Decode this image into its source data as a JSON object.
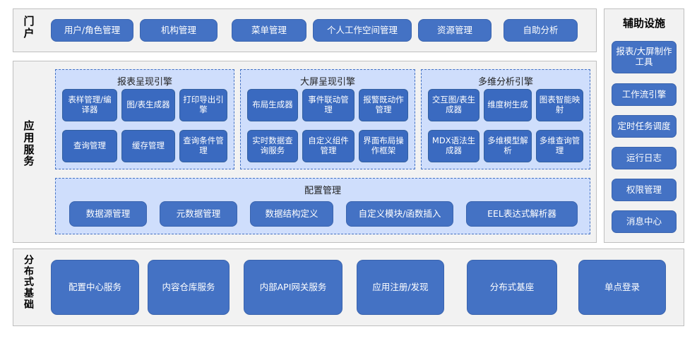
{
  "diagram": {
    "title_portal": "门户",
    "title_app": "应用服务",
    "title_base": "分布式基础",
    "title_aux": "辅助设施",
    "colors": {
      "button_blue": "#4472c4",
      "inner_button_blue": "#3a6ac0",
      "group_background": "#cfdefc",
      "panel_background": "#f2f2f2",
      "panel_border": "#bfbfbf",
      "dashed_border": "#4472c4",
      "text_on_button": "#ffffff",
      "label_text": "#000000"
    }
  },
  "portal": {
    "label": "门户",
    "items": [
      {
        "label": "用户/角色管理"
      },
      {
        "label": "机构管理"
      },
      {
        "label": "菜单管理"
      },
      {
        "label": "个人工作空间管理"
      },
      {
        "label": "资源管理"
      },
      {
        "label": "自助分析"
      }
    ]
  },
  "app_services": {
    "label": "应用服务",
    "groups": [
      {
        "title": "报表呈现引擎",
        "items": [
          {
            "label": "表样管理/编译器"
          },
          {
            "label": "图/表生成器"
          },
          {
            "label": "打印导出引擎"
          },
          {
            "label": "查询管理"
          },
          {
            "label": "缓存管理"
          },
          {
            "label": "查询条件管理"
          }
        ]
      },
      {
        "title": "大屏呈现引擎",
        "items": [
          {
            "label": "布局生成器"
          },
          {
            "label": "事件联动管理"
          },
          {
            "label": "报警既动作管理"
          },
          {
            "label": "实时数据查询服务"
          },
          {
            "label": "自定义组件管理"
          },
          {
            "label": "界面布局操作框架"
          }
        ]
      },
      {
        "title": "多维分析引擎",
        "items": [
          {
            "label": "交互图/表生成器"
          },
          {
            "label": "维度树生成"
          },
          {
            "label": "图表智能映射"
          },
          {
            "label": "MDX语法生成器"
          },
          {
            "label": "多维模型解析"
          },
          {
            "label": "多维查询管理"
          }
        ]
      }
    ],
    "config_group": {
      "title": "配置管理",
      "items": [
        {
          "label": "数据源管理"
        },
        {
          "label": "元数据管理"
        },
        {
          "label": "数据结构定义"
        },
        {
          "label": "自定义模块/函数插入"
        },
        {
          "label": "EEL表达式解析器"
        }
      ]
    }
  },
  "distributed_base": {
    "label": "分布式基础",
    "items": [
      {
        "label": "配置中心服务"
      },
      {
        "label": "内容仓库服务"
      },
      {
        "label": "内部API网关服务"
      },
      {
        "label": "应用注册/发现"
      },
      {
        "label": "分布式基座"
      },
      {
        "label": "单点登录"
      }
    ]
  },
  "aux_facilities": {
    "label": "辅助设施",
    "items": [
      {
        "label": "报表/大屏制作工具"
      },
      {
        "label": "工作流引擎"
      },
      {
        "label": "定时任务调度"
      },
      {
        "label": "运行日志"
      },
      {
        "label": "权限管理"
      },
      {
        "label": "消息中心"
      }
    ]
  }
}
